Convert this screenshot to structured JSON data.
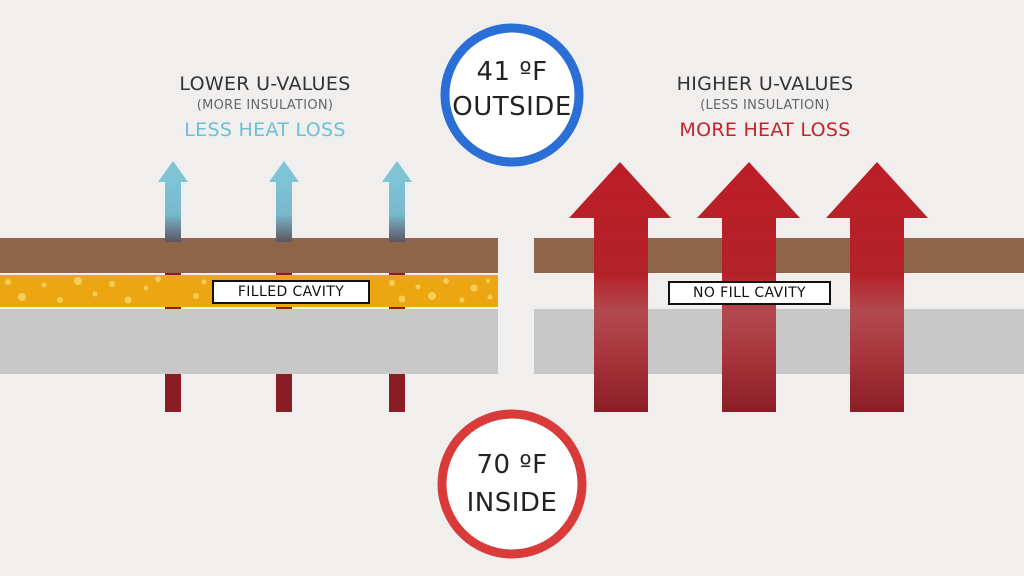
{
  "left_panel": {
    "heading": "LOWER U-VALUES",
    "subheading": "(MORE INSULATION)",
    "result": "LESS HEAT LOSS",
    "cavity_label": "FILLED CAVITY"
  },
  "right_panel": {
    "heading": "HIGHER U-VALUES",
    "subheading": "(LESS INSULATION)",
    "result": "MORE HEAT LOSS",
    "cavity_label": "NO FILL CAVITY"
  },
  "outside": {
    "temperature": "41 ºF",
    "label": "OUTSIDE"
  },
  "inside": {
    "temperature": "70 ºF",
    "label": "INSIDE"
  },
  "colors": {
    "background": "#f1efee",
    "brick": "#8e644b",
    "insulation": "#eba612",
    "plaster": "#c8c8c8",
    "cool_arrow": "#7ec3d6",
    "hot_arrow": "#b71c25",
    "dark_red": "#8a1d24",
    "outside_ring": "#2b6fd6",
    "inside_ring": "#d93a3a",
    "less_heat_text": "#6cc0d4",
    "more_heat_text": "#c0242c"
  }
}
